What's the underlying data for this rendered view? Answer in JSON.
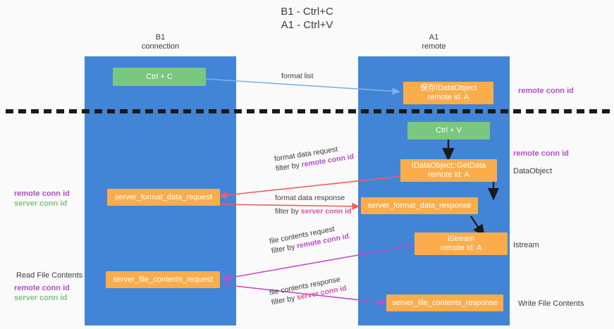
{
  "header": {
    "line1": "B1 - Ctrl+C",
    "line2": "A1 - Ctrl+V"
  },
  "lanes": [
    {
      "id": "b1",
      "name": "B1",
      "role": "connection"
    },
    {
      "id": "a1",
      "name": "A1",
      "role": "remote"
    }
  ],
  "boxes": {
    "ctrl_c": {
      "label": "Ctrl + C",
      "color": "#7ac77f"
    },
    "ctrl_v": {
      "label": "Ctrl + V",
      "color": "#7ac77f"
    },
    "save_idataobject": {
      "line1": "保存IDataObject",
      "line2": "remote id: A",
      "color": "#fbad4b"
    },
    "getdata": {
      "line1": "IDataObject::GetData",
      "line2": "remote id: A",
      "color": "#fbad4b"
    },
    "server_format_data_request": {
      "label": "server_format_data_request",
      "color": "#fbad4b"
    },
    "server_format_data_response": {
      "label": "server_format_data_response",
      "color": "#fbad4b"
    },
    "istream": {
      "line1": "IStream",
      "line2": "remote id: A",
      "color": "#fbad4b"
    },
    "server_file_contents_request": {
      "label": "server_file_contents_request",
      "color": "#fbad4b"
    },
    "server_file_contents_response": {
      "label": "server_file_contents_response",
      "color": "#fbad4b"
    }
  },
  "edge_labels": {
    "format_list": "format list",
    "format_data_request": "format data request",
    "format_data_request_filter_prefix": "filter by ",
    "format_data_request_filter_key": "remote conn id",
    "format_data_response": "format data response",
    "format_data_response_filter_prefix": "filter by ",
    "format_data_response_filter_key": "server conn id",
    "file_contents_request": "file contents request",
    "file_contents_request_filter_prefix": "filter by ",
    "file_contents_request_filter_key": "remote conn id",
    "file_contents_response": "file contents response",
    "file_contents_response_filter_prefix": "filter by ",
    "file_contents_response_filter_key": "server conn id"
  },
  "annotations": {
    "right_remote_conn_id_top": "remote conn id",
    "right_remote_conn_id_mid": "remote conn id",
    "right_dataobject": "DataObject",
    "right_istream": "Istream",
    "right_write_file_contents": "Write File Contents",
    "left_remote_conn_id": "remote conn id",
    "left_server_conn_id": "server conn id",
    "left_read_file_contents": "Read File Contents",
    "left_remote_conn_id_2": "remote conn id",
    "left_server_conn_id_2": "server conn id"
  },
  "colors": {
    "lane": "#4285d6",
    "green": "#7ac77f",
    "orange": "#fbad4b",
    "remote_key": "#b54ec9",
    "server_key_green": "#7ac77f",
    "server_key_magenta": "#d94fb0",
    "arrow_blue": "#7fb2e5",
    "arrow_red": "#ee5f5f",
    "arrow_magenta": "#c24ec4",
    "arrow_black": "#1a1a1a",
    "separator": "#1a1a1a"
  }
}
